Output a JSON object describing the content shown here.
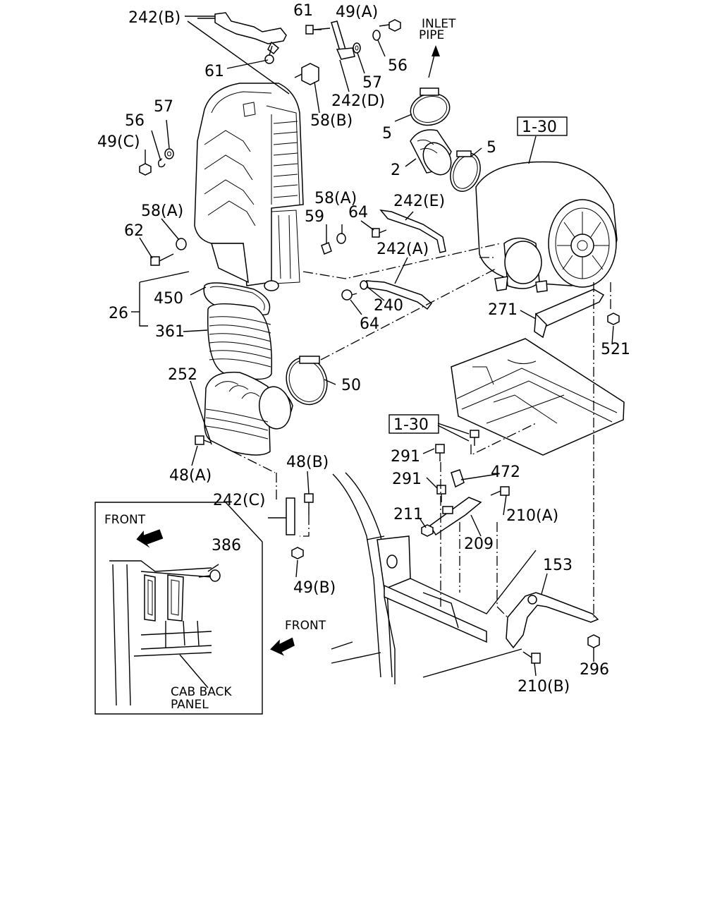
{
  "labels": {
    "l242b": "242(B)",
    "l61a": "61",
    "l49a": "49(A)",
    "inlet_line1": "INLET",
    "inlet_line2": "PIPE",
    "l61b": "61",
    "l56a": "56",
    "l57a": "57",
    "l242d": "242(D)",
    "l58b": "58(B)",
    "l57b": "57",
    "l56b": "56",
    "l49c": "49(C)",
    "l5a": "5",
    "l130a": "1-30",
    "l2": "2",
    "l5b": "5",
    "l58a_a": "58(A)",
    "l242e": "242(E)",
    "l58a_b": "58(A)",
    "l59": "59",
    "l64a": "64",
    "l62": "62",
    "l242a": "242(A)",
    "l450": "450",
    "l240": "240",
    "l26": "26",
    "l64b": "64",
    "l271": "271",
    "l361": "361",
    "l521": "521",
    "l252": "252",
    "l50": "50",
    "l130b": "1-30",
    "l291a": "291",
    "l472": "472",
    "l48a": "48(A)",
    "l48b": "48(B)",
    "l291b": "291",
    "l242c": "242(C)",
    "l211": "211",
    "l210a": "210(A)",
    "l209": "209",
    "front_inset": "FRONT",
    "l386": "386",
    "l49b": "49(B)",
    "l153": "153",
    "front_main": "FRONT",
    "l296": "296",
    "l210b": "210(B)",
    "cab_line1": "CAB BACK",
    "cab_line2": "PANEL"
  },
  "icons": {
    "front_arrow_inset": "arrow-front-icon",
    "front_arrow_main": "arrow-front-icon"
  }
}
